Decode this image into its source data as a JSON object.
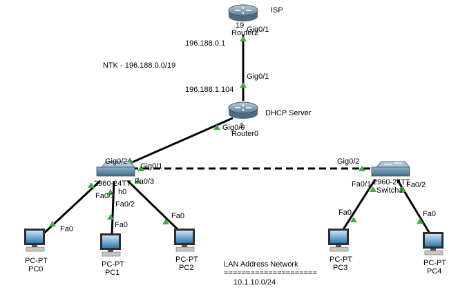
{
  "notes": {
    "isp": "ISP",
    "ntk": "NTK - 196.188.0.0/19",
    "dhcp_server": "DHCP Server",
    "ip_top": "196.188.0.1",
    "ip_mid": "196.188.1.104",
    "lan_title": "LAN Address Network",
    "lan_rule": "=====================",
    "lan_value": "10.1.10.0/24"
  },
  "devices": {
    "router2": {
      "label_line1": "19",
      "label_line2": "Router2"
    },
    "router0": {
      "label_line1": "1",
      "label_line2": "Router0"
    },
    "switch_left": {
      "label_line1": "2960-24TT",
      "label_line2": "h0"
    },
    "switch_right": {
      "label_line1": "2960-24TT",
      "label_line2": "Switch1"
    },
    "pcs": [
      {
        "type": "PC-PT",
        "name": "PC0"
      },
      {
        "type": "PC-PT",
        "name": "PC1"
      },
      {
        "type": "PC-PT",
        "name": "PC2"
      },
      {
        "type": "PC-PT",
        "name": "PC3"
      },
      {
        "type": "PC-PT",
        "name": "PC4"
      }
    ]
  },
  "ports": {
    "r2_gig01": "Gig0/1",
    "r0_gig01": "Gig0/1",
    "r0_gig00": "Gig0/0",
    "sw0_gig02": "Gig0/2",
    "sw0_gig01": "Gig0/1",
    "sw0_fa01": "Fa0/1",
    "sw0_fa02": "Fa0/2",
    "sw0_fa03": "Fa0/3",
    "sw1_gig02": "Gig0/2",
    "sw1_fa01": "Fa0/1",
    "sw1_fa02": "Fa0/2",
    "pc0_fa0": "Fa0",
    "pc1_fa0": "Fa0",
    "pc2_fa0": "Fa0",
    "pc3_fa0": "Fa0",
    "pc4_fa0": "Fa0"
  },
  "colors": {
    "link": "#000000",
    "port_up": "#3cb043",
    "router_fill": "#6f8fa6",
    "switch_fill": "#4f7f9f",
    "pc_screen": "#1f6fa8"
  }
}
